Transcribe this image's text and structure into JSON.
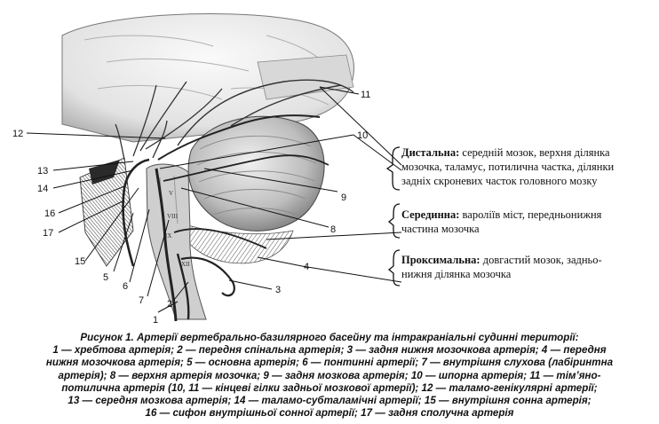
{
  "callouts": [
    "1",
    "2",
    "3",
    "4",
    "5",
    "6",
    "7",
    "8",
    "9",
    "10",
    "11",
    "12",
    "13",
    "14",
    "15",
    "16",
    "17"
  ],
  "territories": {
    "distal": {
      "label": "Дистальна:",
      "text_line1": " середній мозок, верхня ділянка",
      "text_line2": "мозочка, таламус, потилична частка, ділянки",
      "text_line3": "задніх скроневих часток головного мозку"
    },
    "middle": {
      "label": "Серединна:",
      "text_line1": " вароліїв міст, передньонижня",
      "text_line2": "частина мозочка"
    },
    "proximal": {
      "label": "Проксимальна:",
      "text_line1": " довгастий мозок, задньо-",
      "text_line2": "нижня ділянка мозочка"
    }
  },
  "caption": {
    "line1": "Рисунок 1. Артерії вертебрально-базилярного басейну та інтракраніальні судинні території:",
    "line2": "1 — хребтова артерія; 2 — передня спінальна артерія; 3 — задня нижня мозочкова артерія; 4 — передня",
    "line3": "нижня мозочкова артерія; 5 — основна артерія; 6 — понтинні артерії; 7 — внутрішня слухова (лабіринтна",
    "line4": "артерія); 8 — верхня артерія мозочка; 9 — задня мозкова артерія; 10 — шпорна артерія; 11 — тім’яно-",
    "line5": "потилична артерія (10, 11 — кінцеві гілки задньої мозкової артерії); 12 — таламо-генікулярні артерії;",
    "line6": "13 — середня мозкова артерія; 14 — таламо-субталамічні артерії; 15 — внутрішня сонна артерія;",
    "line7": "16 — сифон внутрішньої сонної артерії; 17 — задня сполучна артерія"
  }
}
